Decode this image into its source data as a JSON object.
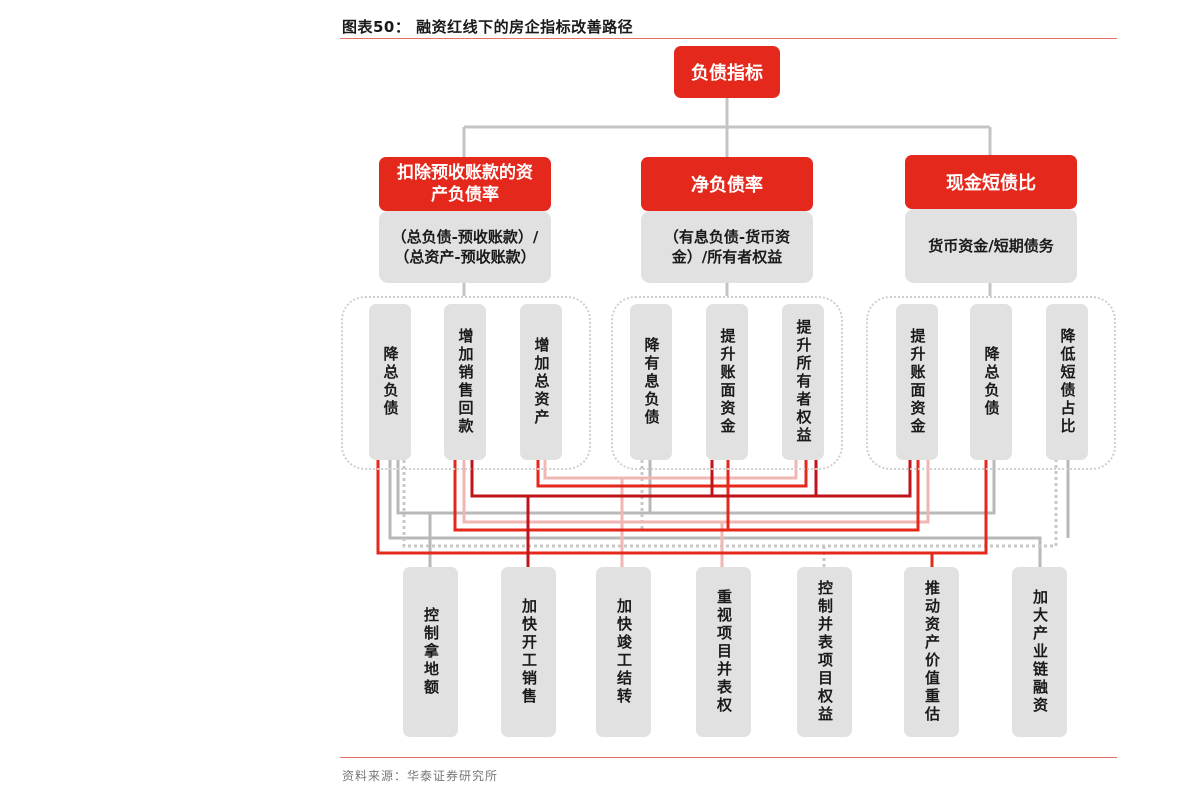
{
  "header": {
    "title": "图表50：  融资红线下的房企指标改善路径"
  },
  "footer": {
    "source": "资料来源：华泰证券研究所"
  },
  "root": {
    "label": "负债指标"
  },
  "metrics": [
    {
      "name": "扣除预收账款的资产负债率",
      "formula": "（总负债-预收账款）/（总资产-预收账款）"
    },
    {
      "name": "净负债率",
      "formula": "（有息负债-货币资金）/所有者权益"
    },
    {
      "name": "现金短债比",
      "formula": "货币资金/短期债务"
    }
  ],
  "levers": [
    "降总负债",
    "增加销售回款",
    "增加总资产",
    "降有息负债",
    "提升账面资金",
    "提升所有者权益",
    "提升账面资金",
    "降总负债",
    "降低短债占比"
  ],
  "actions": [
    "控制拿地额",
    "加快开工销售",
    "加快竣工结转",
    "重视项目并表权",
    "控制并表项目权益",
    "推动资产价值重估",
    "加大产业链融资"
  ],
  "colors": {
    "red": "#e5281c",
    "grey_box": "#e1e1e1",
    "dark_red": "#c0141b",
    "pink": "#f2b6b2",
    "line_grey": "#b8b8b8"
  }
}
